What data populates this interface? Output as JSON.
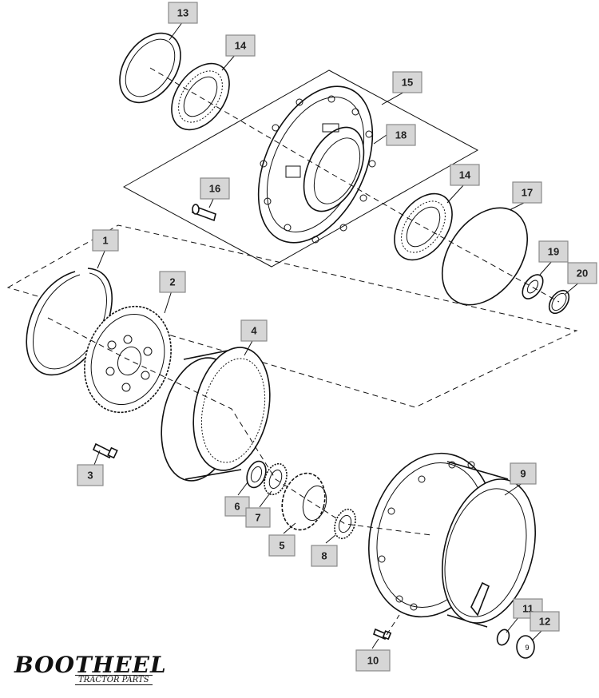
{
  "callouts": [
    {
      "id": "c13",
      "label": "13"
    },
    {
      "id": "c14a",
      "label": "14"
    },
    {
      "id": "c15",
      "label": "15"
    },
    {
      "id": "c18",
      "label": "18"
    },
    {
      "id": "c16",
      "label": "16"
    },
    {
      "id": "c14b",
      "label": "14"
    },
    {
      "id": "c17",
      "label": "17"
    },
    {
      "id": "c1",
      "label": "1"
    },
    {
      "id": "c2",
      "label": "2"
    },
    {
      "id": "c19",
      "label": "19"
    },
    {
      "id": "c20",
      "label": "20"
    },
    {
      "id": "c4",
      "label": "4"
    },
    {
      "id": "c9",
      "label": "9"
    },
    {
      "id": "c3",
      "label": "3"
    },
    {
      "id": "c6",
      "label": "6"
    },
    {
      "id": "c7",
      "label": "7"
    },
    {
      "id": "c5",
      "label": "5"
    },
    {
      "id": "c8",
      "label": "8"
    },
    {
      "id": "c11",
      "label": "11"
    },
    {
      "id": "c12",
      "label": "12"
    },
    {
      "id": "c10",
      "label": "10"
    }
  ],
  "logo": {
    "brand": "BOOTHEEL",
    "tagline": "TRACTOR PARTS"
  },
  "plug_mark": "9"
}
